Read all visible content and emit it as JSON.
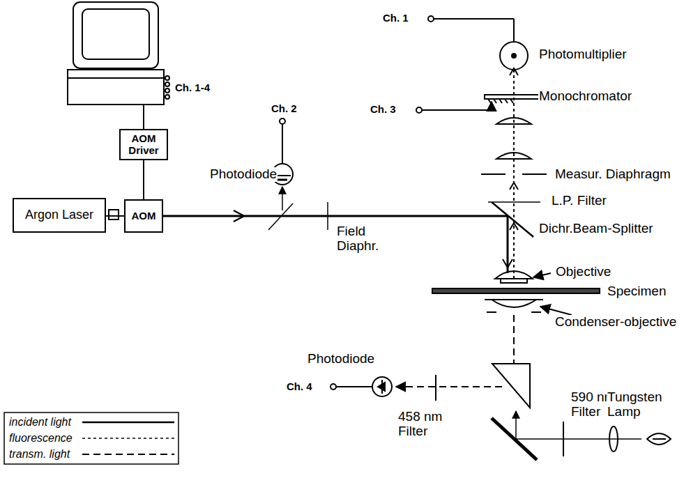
{
  "diagram": {
    "nodes": [
      {
        "text": [
          "AOM Driver"
        ]
      },
      {
        "text": [
          "Argon Laser"
        ]
      },
      {
        "text": [
          "AOM"
        ]
      }
    ],
    "edges": [
      {
        "from": 0,
        "to": 2,
        "arrow": "none"
      },
      {
        "from": 1,
        "to": 2,
        "arrow": "none"
      }
    ],
    "labels": [
      "Ch. 1",
      "Photomultiplier",
      "Monochromator",
      "Ch. 3",
      "Ch. 1-4",
      "Measur. Diaphragm",
      "Ch. 2",
      "Photodiode",
      "L.P. Filter",
      "Dichr.Beam-Splitter",
      "Field Diaphr.",
      "Objective",
      "Specimen",
      "Condenser-objective",
      "Photodiode",
      "Ch. 4",
      "590 nm Filter",
      "Tungsten Lamp",
      "458 nm Filter"
    ],
    "legend": [
      {
        "text": "incident light"
      },
      {
        "text": "fluorescence"
      },
      {
        "text": "transm. light"
      }
    ]
  }
}
